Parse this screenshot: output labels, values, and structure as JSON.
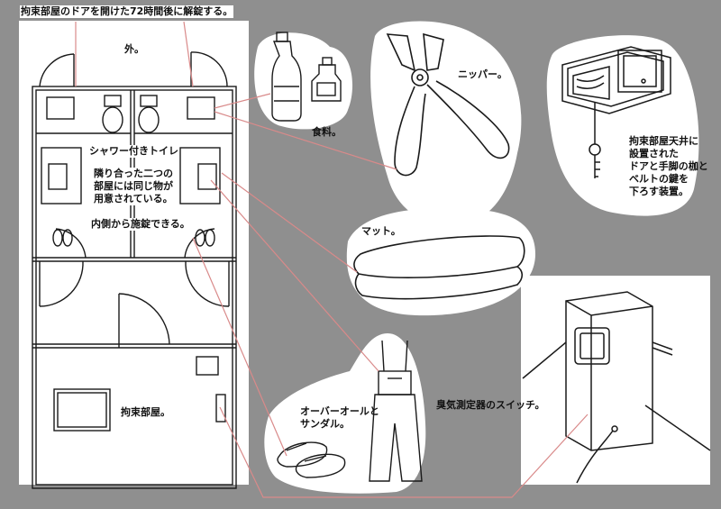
{
  "header": {
    "note": "拘束部屋のドアを開けた72時間後に解錠する。"
  },
  "floorplan": {
    "outside": "外。",
    "shower_toilet": "シャワー付きトイレ",
    "same_items_l1": "隣り合った二つの",
    "same_items_l2": "部屋には同じ物が",
    "same_items_l3": "用意されている。",
    "lockable": "内側から施錠できる。",
    "restraint_room": "拘束部屋。"
  },
  "items": {
    "food": "食料。",
    "nipper": "ニッパー。",
    "device_l1": "拘束部屋天井に",
    "device_l2": "設置された",
    "device_l3": "ドアと手脚の枷と",
    "device_l4": "ベルトの鍵を",
    "device_l5": "下ろす装置。",
    "mat": "マット。",
    "overall_l1": "オーバーオールと",
    "overall_l2": "サンダル。",
    "odor_switch": "臭気測定器のスイッチ。"
  },
  "colors": {
    "background": "#8f8f8f",
    "line": "#1a1a1a",
    "leader": "#d98a8a",
    "panel": "#ffffff"
  }
}
